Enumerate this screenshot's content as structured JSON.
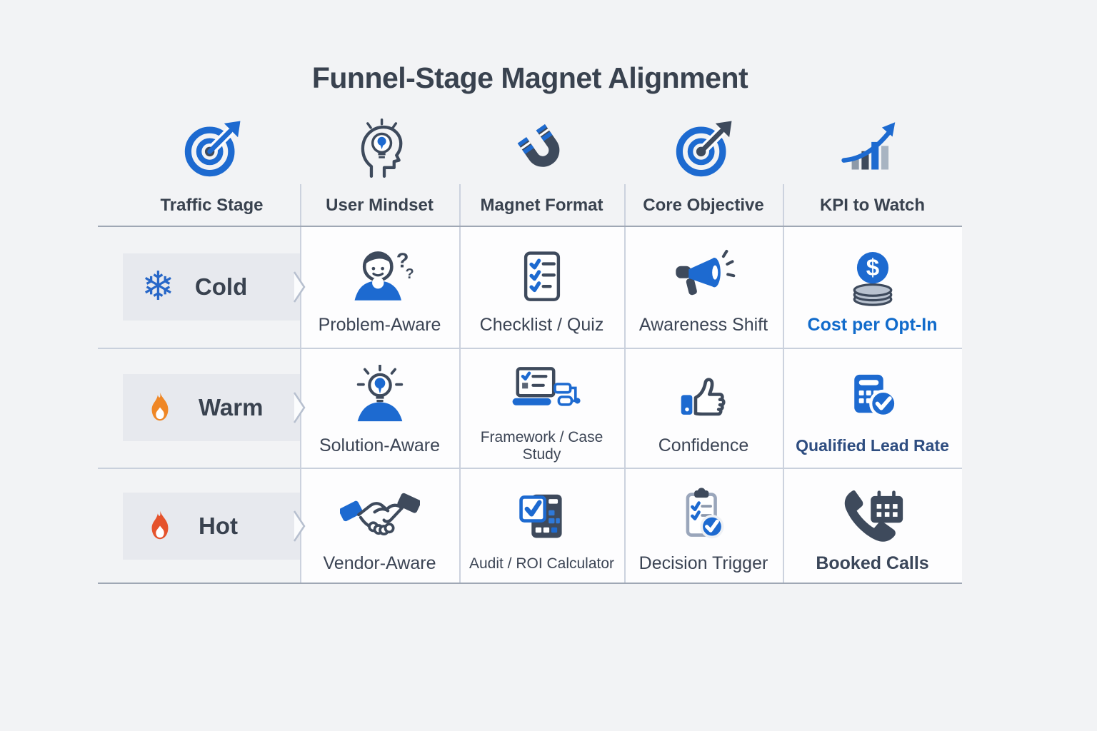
{
  "title": "Funnel-Stage Magnet Alignment",
  "glyphs": {
    "snowflake": "❄",
    "dollar": "$",
    "question_big": "?",
    "question_small": "?"
  },
  "palette": {
    "accent_blue": "#1d6ad0",
    "dark_slate": "#3b4454",
    "warm_orange": "#ef8726",
    "hot_red": "#e5532c",
    "kpi_blue": "#116bcb",
    "kpi_navy": "#2e4d80",
    "kpi_dark": "#3a4659",
    "band_gray": "#e7e9ee"
  },
  "header": {
    "columns": [
      {
        "label": "Traffic Stage",
        "icon": "target-arrow-icon"
      },
      {
        "label": "User Mindset",
        "icon": "head-lightbulb-icon"
      },
      {
        "label": "Magnet Format",
        "icon": "magnet-icon"
      },
      {
        "label": "Core Objective",
        "icon": "target-dart-icon"
      },
      {
        "label": "KPI to Watch",
        "icon": "growth-chart-icon"
      }
    ]
  },
  "rows": [
    {
      "stage": {
        "label": "Cold",
        "icon": "snowflake-icon"
      },
      "mindset": {
        "label": "Problem-Aware",
        "icon": "person-question-icon"
      },
      "format": {
        "label": "Checklist / Quiz",
        "icon": "checklist-icon"
      },
      "objective": {
        "label": "Awareness Shift",
        "icon": "megaphone-icon"
      },
      "kpi": {
        "label": "Cost per Opt-In",
        "icon": "dollar-coins-icon",
        "color": "#116bcb"
      }
    },
    {
      "stage": {
        "label": "Warm",
        "icon": "flame-icon"
      },
      "mindset": {
        "label": "Solution-Aware",
        "icon": "person-lightbulb-icon"
      },
      "format": {
        "label": "Framework / Case Study",
        "icon": "laptop-flowchart-icon"
      },
      "objective": {
        "label": "Confidence",
        "icon": "thumbs-up-icon"
      },
      "kpi": {
        "label": "Qualified Lead Rate",
        "icon": "calculator-check-icon",
        "color": "#2e4d80"
      }
    },
    {
      "stage": {
        "label": "Hot",
        "icon": "flame-icon"
      },
      "mindset": {
        "label": "Vendor-Aware",
        "icon": "handshake-icon"
      },
      "format": {
        "label": "Audit / ROI Calculator",
        "icon": "roi-calculator-icon"
      },
      "objective": {
        "label": "Decision Trigger",
        "icon": "clipboard-check-icon"
      },
      "kpi": {
        "label": "Booked Calls",
        "icon": "phone-calendar-icon",
        "color": "#3a4659"
      }
    }
  ]
}
